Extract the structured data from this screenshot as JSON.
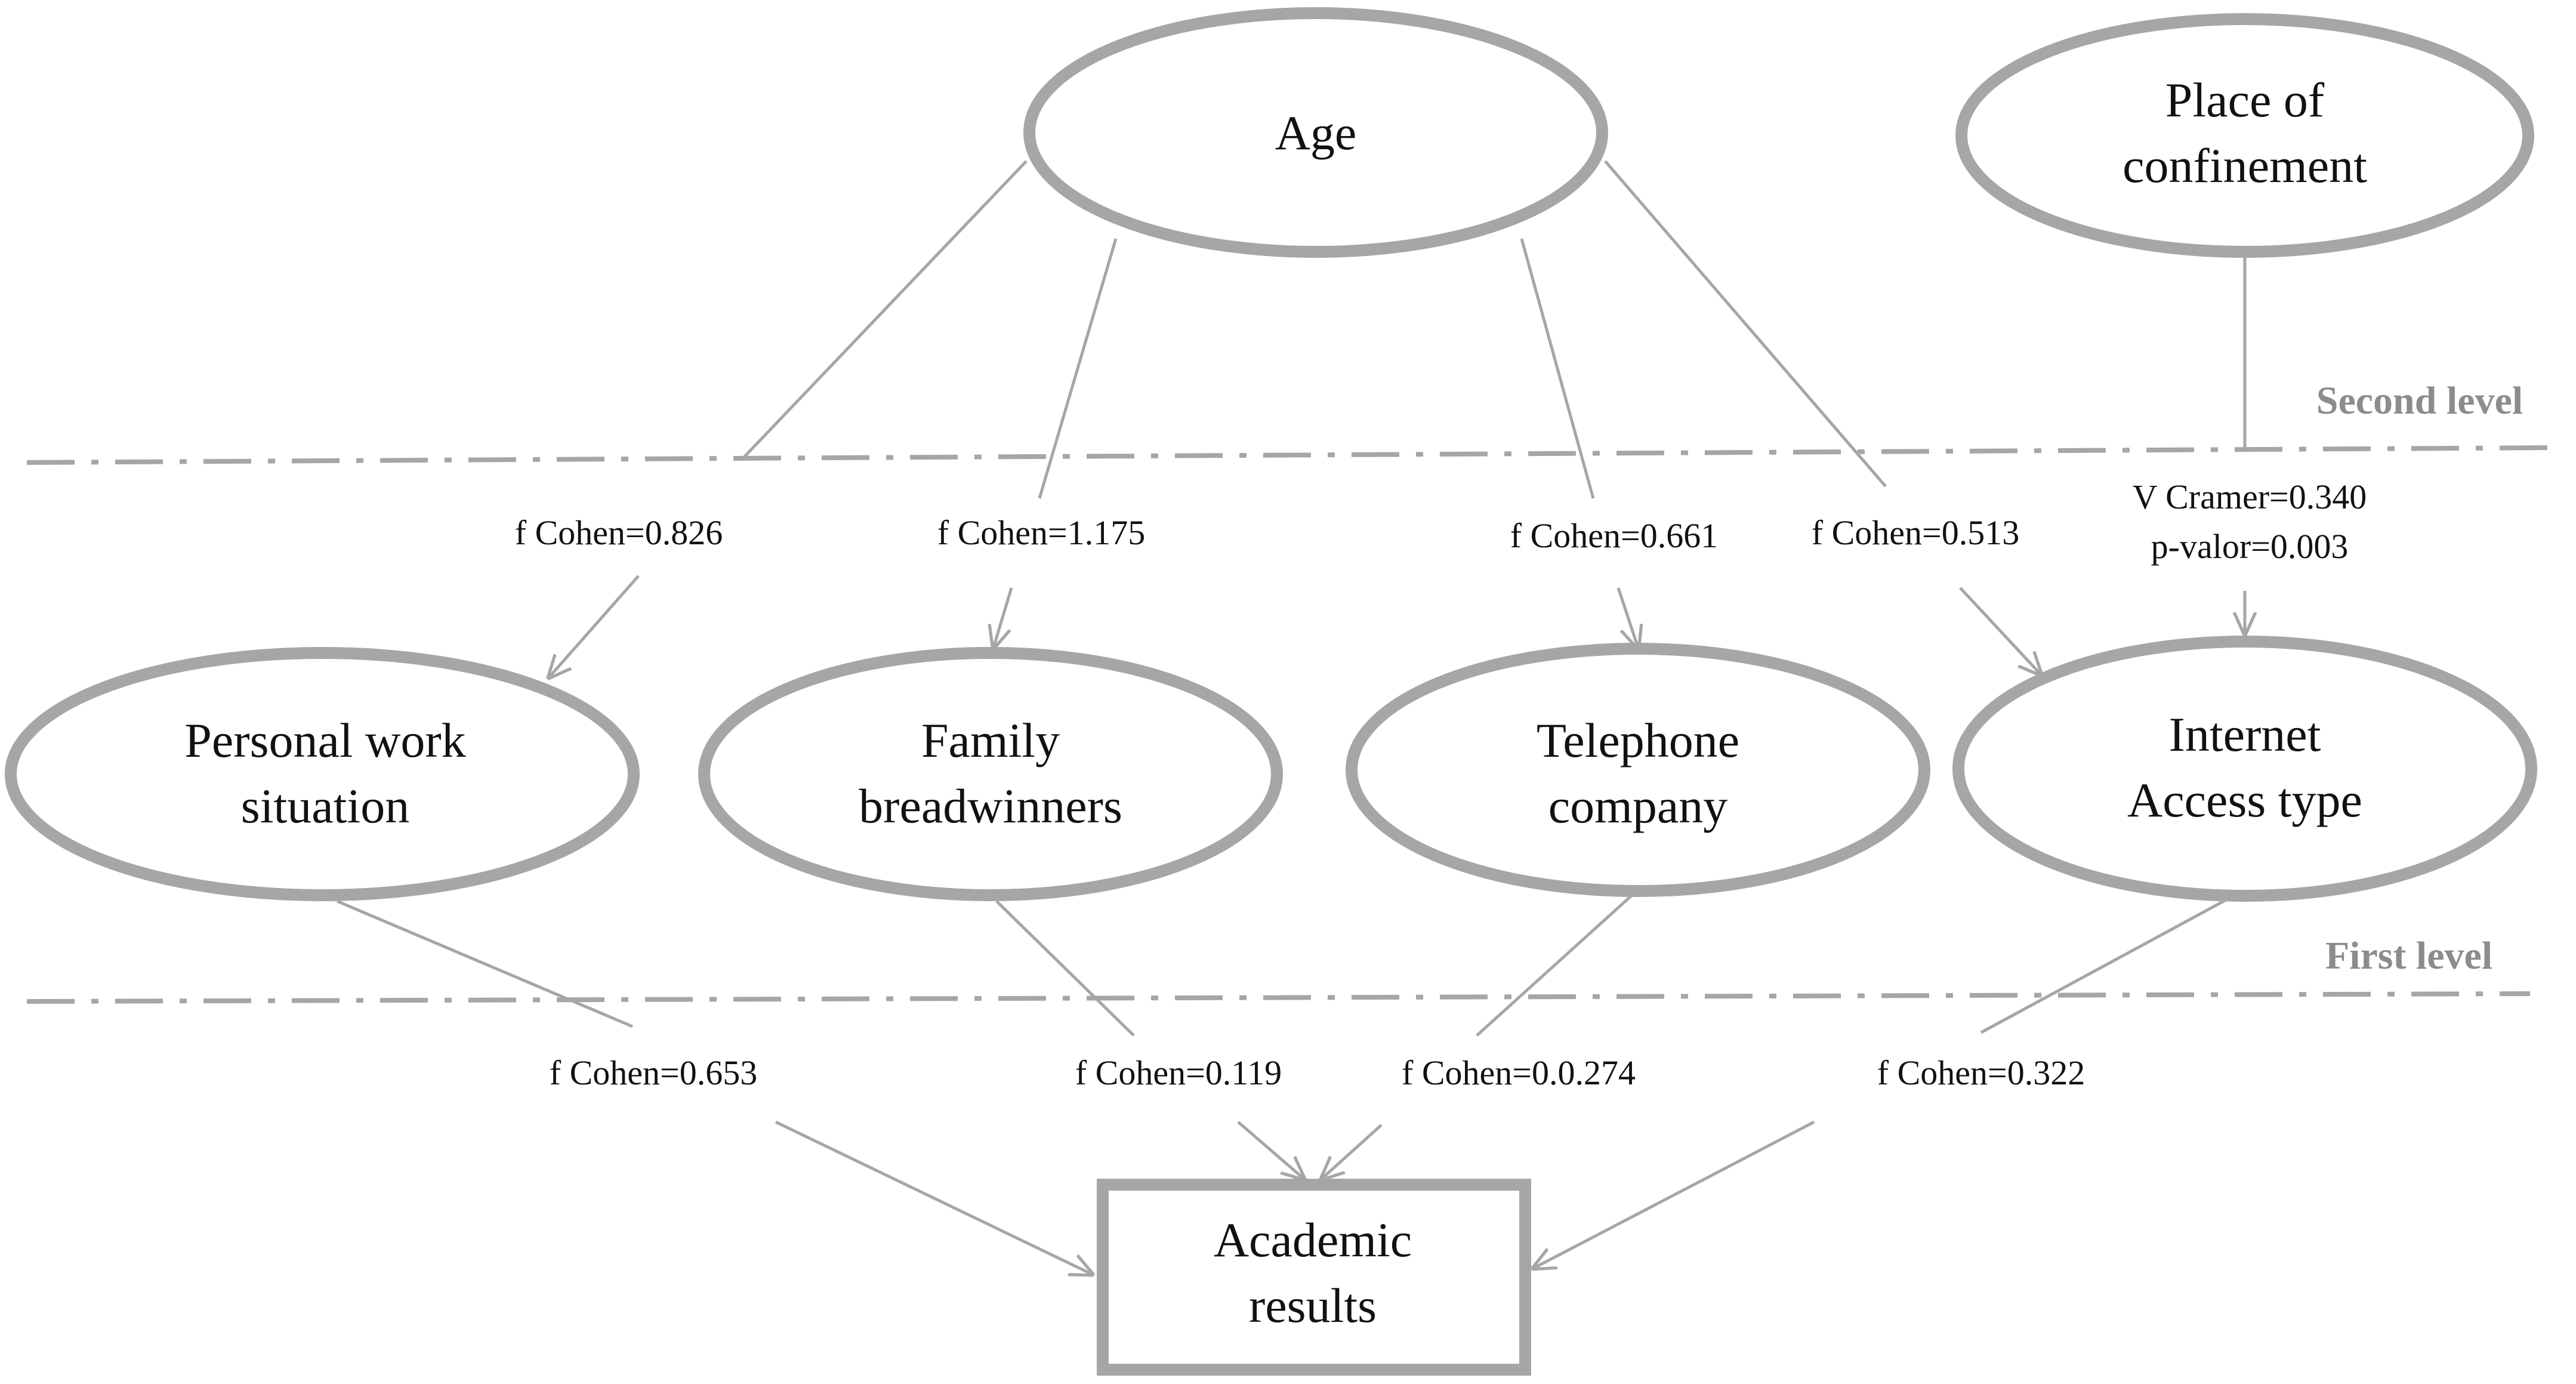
{
  "nodes": {
    "age": {
      "lines": [
        "Age"
      ]
    },
    "place": {
      "lines": [
        "Place of",
        "confinement"
      ]
    },
    "work": {
      "lines": [
        "Personal work",
        "situation"
      ]
    },
    "family": {
      "lines": [
        "Family",
        "breadwinners"
      ]
    },
    "telephone": {
      "lines": [
        "Telephone",
        "company"
      ]
    },
    "internet": {
      "lines": [
        "Internet",
        "Access type"
      ]
    },
    "academic": {
      "lines": [
        "Academic",
        "results"
      ]
    }
  },
  "levels": {
    "second": "Second level",
    "first": "First level"
  },
  "edges": {
    "age_work": [
      "f Cohen=0.826"
    ],
    "age_family": [
      "f Cohen=1.175"
    ],
    "age_telephone": [
      "f Cohen=0.661"
    ],
    "age_internet": [
      "f Cohen=0.513"
    ],
    "place_internet": [
      "V Cramer=0.340",
      "p-valor=0.003"
    ],
    "work_academic": [
      "f Cohen=0.653"
    ],
    "family_academic": [
      "f Cohen=0.119"
    ],
    "telephone_academic": [
      "f Cohen=0.0.274"
    ],
    "internet_academic": [
      "f Cohen=0.322"
    ]
  },
  "colors": {
    "node_border": "#a6a6a6",
    "connector": "#a6a6a6",
    "level_label": "#8c8c8c",
    "text": "#111111",
    "background": "#ffffff"
  }
}
